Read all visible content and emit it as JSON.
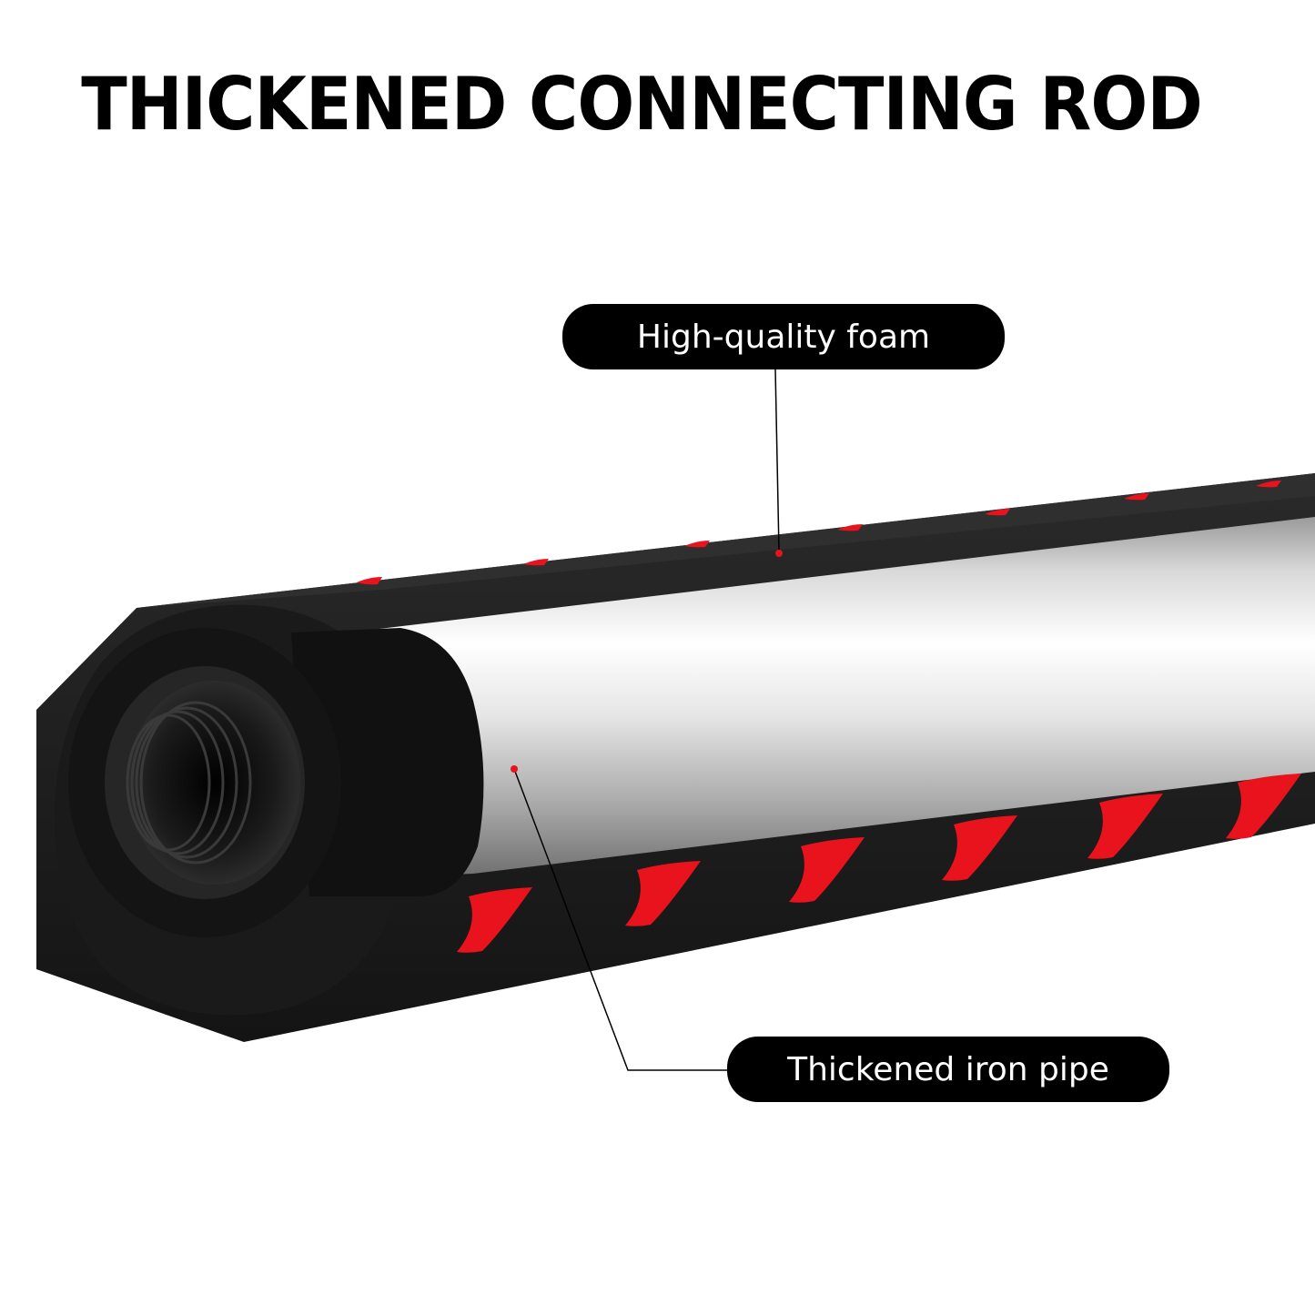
{
  "title": "THICKENED CONNECTING ROD",
  "callouts": {
    "foam": "High-quality foam",
    "pipe": "Thickened iron pipe"
  },
  "colors": {
    "foam": "#1e1e1e",
    "stripe": "#e8131c",
    "pipe_light": "#f2f2f2",
    "pipe_dark": "#8c8c8c",
    "callout_bg": "#000000",
    "callout_text": "#ffffff",
    "marker": "#e8131c"
  }
}
